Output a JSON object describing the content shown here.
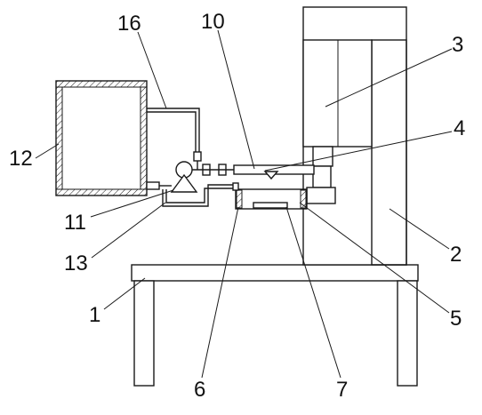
{
  "diagram": {
    "callouts": [
      {
        "id": "c16",
        "label": "16"
      },
      {
        "id": "c10",
        "label": "10"
      },
      {
        "id": "c3",
        "label": "3"
      },
      {
        "id": "c4",
        "label": "4"
      },
      {
        "id": "c12",
        "label": "12"
      },
      {
        "id": "c2",
        "label": "2"
      },
      {
        "id": "c11",
        "label": "11"
      },
      {
        "id": "c13",
        "label": "13"
      },
      {
        "id": "c1",
        "label": "1"
      },
      {
        "id": "c5",
        "label": "5"
      },
      {
        "id": "c6",
        "label": "6"
      },
      {
        "id": "c7",
        "label": "7"
      }
    ]
  }
}
